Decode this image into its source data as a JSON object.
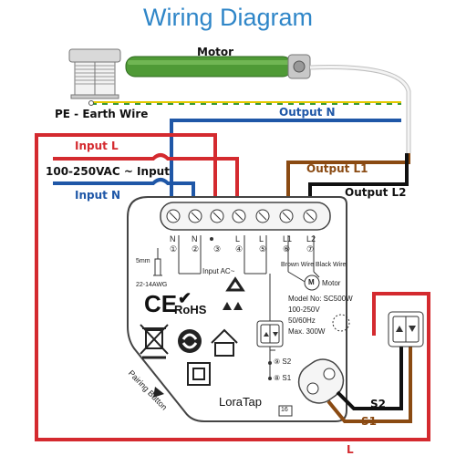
{
  "title": "Wiring Diagram",
  "labels": {
    "motor": "Motor",
    "pe_earth_wire": "PE - Earth Wire",
    "output_n": "Output N",
    "input_l": "Input L",
    "input_voltage": "100-250VAC ~ Input",
    "input_n": "Input N",
    "output_l1": "Output L1",
    "output_l2": "Output L2",
    "s2_wire": "S2",
    "s1_wire": "S1",
    "l_bottom": "L"
  },
  "terminals": [
    {
      "label": "N",
      "num": "①"
    },
    {
      "label": "N",
      "num": "②"
    },
    {
      "label": "",
      "num": "③"
    },
    {
      "label": "L",
      "num": "④"
    },
    {
      "label": "L",
      "num": "⑤"
    },
    {
      "label": "L1",
      "num": "⑥"
    },
    {
      "label": "L2",
      "num": "⑦"
    }
  ],
  "module": {
    "input_ac": "Input AC~",
    "brown_wire": "Brown Wire",
    "black_wire": "Black Wire",
    "motor_symbol": "M",
    "motor_label": "Motor",
    "strip_length": "5mm",
    "wire_gauge": "22-14AWG",
    "model_no": "Model No: SC500W",
    "voltage": "100-250V",
    "frequency": "50/60Hz",
    "max_power": "Max. 300W",
    "s2_terminal": "⑨ S2",
    "s1_terminal": "⑧ S1",
    "pairing_button": "Pairing Button",
    "brand": "LoraTap",
    "age_mark": "16",
    "ce_mark": "CE",
    "rohs_mark": "RoHS"
  },
  "colors": {
    "title_blue": "#2f86c8",
    "wire_red": "#d42a2f",
    "wire_blue": "#1f57a7",
    "wire_brown": "#8a4a12",
    "wire_black": "#111111",
    "motor_green": "#4f9a36"
  }
}
